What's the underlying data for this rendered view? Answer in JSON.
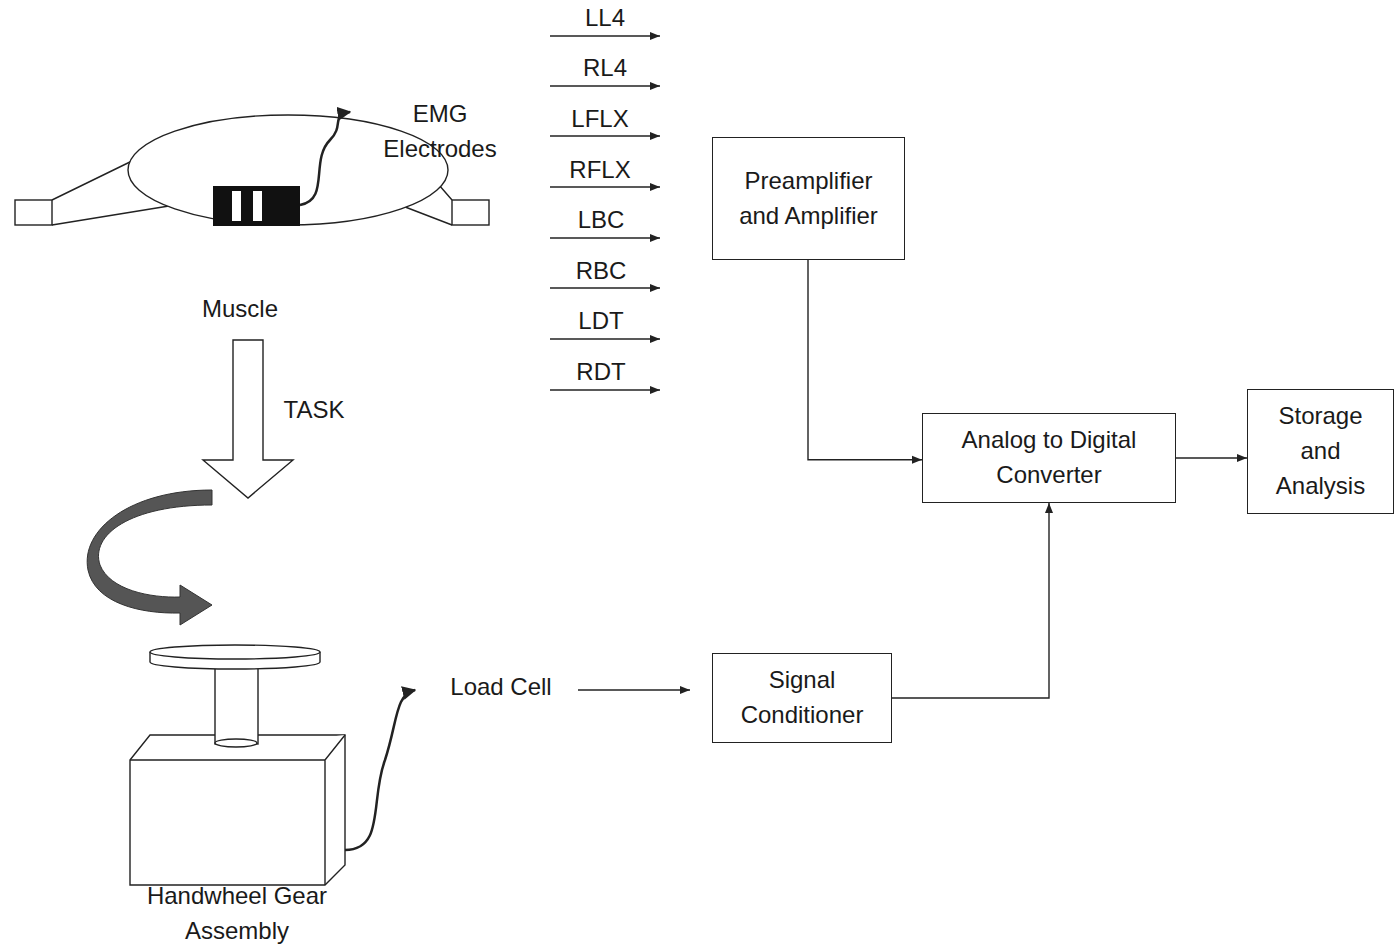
{
  "diagram": {
    "nodes": [
      {
        "text": [
          "Preamplifier and Amplifier"
        ]
      },
      {
        "text": [
          "Analog to Digital Converter"
        ]
      },
      {
        "text": [
          "Storage and Analysis"
        ]
      },
      {
        "text": [
          "Signal Conditioner"
        ]
      }
    ],
    "edges": [
      {
        "from": 0,
        "to": 1,
        "arrow": "to"
      },
      {
        "from": 1,
        "to": 2,
        "arrow": "to"
      },
      {
        "from": 3,
        "to": 1,
        "arrow": "to"
      }
    ],
    "labels": [
      "LL4",
      "RL4",
      "LFLX",
      "RFLX",
      "LBC",
      "RBC",
      "LDT",
      "RDT",
      "EMG Electrodes",
      "Muscle",
      "TASK",
      "Load Cell",
      "Handwheel Gear Assembly"
    ]
  }
}
